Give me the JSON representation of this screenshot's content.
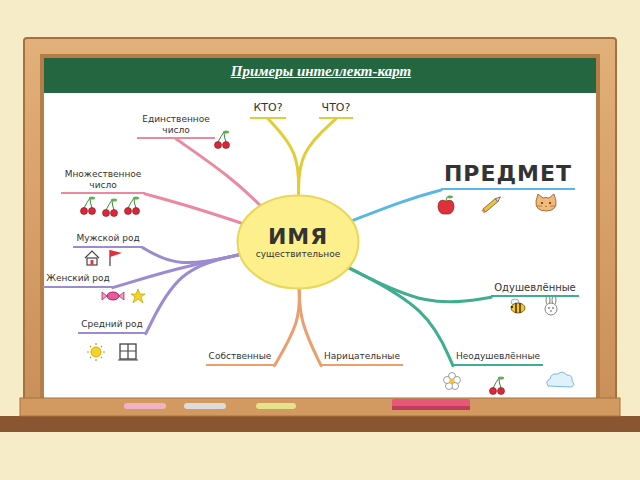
{
  "diagram": {
    "title": "Примеры интеллект-карт",
    "nodes": [
      {
        "text": [
          "ИМЯ",
          "существительное"
        ]
      },
      {
        "text": [
          "КТО?"
        ]
      },
      {
        "text": [
          "ЧТО?"
        ]
      },
      {
        "text": [
          "Единственное число"
        ]
      },
      {
        "text": [
          "ПРЕДМЕТ"
        ]
      },
      {
        "text": [
          "Множественное число"
        ]
      },
      {
        "text": [
          "Мужской род"
        ]
      },
      {
        "text": [
          "Женский род"
        ]
      },
      {
        "text": [
          "Одушевлённые"
        ]
      },
      {
        "text": [
          "Средний род"
        ]
      },
      {
        "text": [
          "Собственные"
        ]
      },
      {
        "text": [
          "Нарицательные"
        ]
      },
      {
        "text": [
          "Неодушевлённые"
        ]
      }
    ],
    "edges": [
      {
        "from": 0,
        "to": 1,
        "arrow": "none"
      },
      {
        "from": 0,
        "to": 2,
        "arrow": "none"
      },
      {
        "from": 0,
        "to": 3,
        "arrow": "none"
      },
      {
        "from": 0,
        "to": 4,
        "arrow": "none"
      },
      {
        "from": 0,
        "to": 5,
        "arrow": "none"
      },
      {
        "from": 0,
        "to": 6,
        "arrow": "none"
      },
      {
        "from": 0,
        "to": 7,
        "arrow": "none"
      },
      {
        "from": 0,
        "to": 8,
        "arrow": "none"
      },
      {
        "from": 0,
        "to": 9,
        "arrow": "none"
      },
      {
        "from": 0,
        "to": 10,
        "arrow": "none"
      },
      {
        "from": 0,
        "to": 11,
        "arrow": "none"
      },
      {
        "from": 0,
        "to": 12,
        "arrow": "none"
      }
    ]
  }
}
